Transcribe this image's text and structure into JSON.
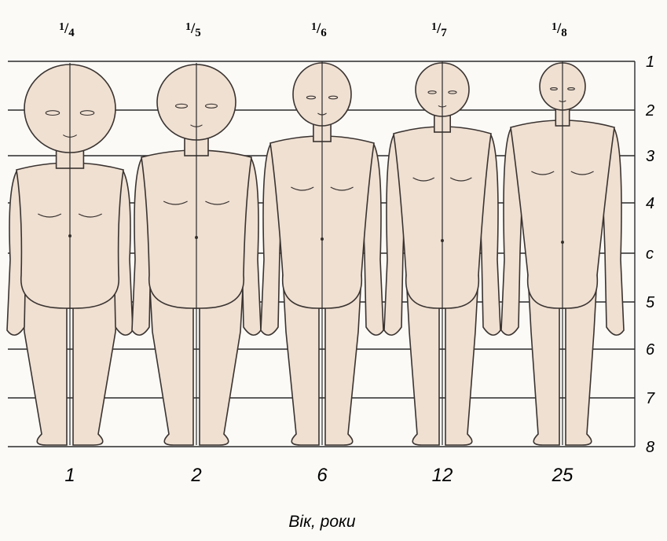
{
  "figures": [
    {
      "ratio_num": "1",
      "ratio_den": "4",
      "age": "1"
    },
    {
      "ratio_num": "1",
      "ratio_den": "5",
      "age": "2"
    },
    {
      "ratio_num": "1",
      "ratio_den": "6",
      "age": "6"
    },
    {
      "ratio_num": "1",
      "ratio_den": "7",
      "age": "12"
    },
    {
      "ratio_num": "1",
      "ratio_den": "8",
      "age": "25"
    }
  ],
  "row_labels": [
    "1",
    "2",
    "3",
    "4",
    "c",
    "5",
    "6",
    "7",
    "8"
  ],
  "axis_label": "Вік, роки",
  "colors": {
    "body_fill": "#efe0d2",
    "outline": "#3a3330",
    "grid_line": "#2b2b2b"
  }
}
